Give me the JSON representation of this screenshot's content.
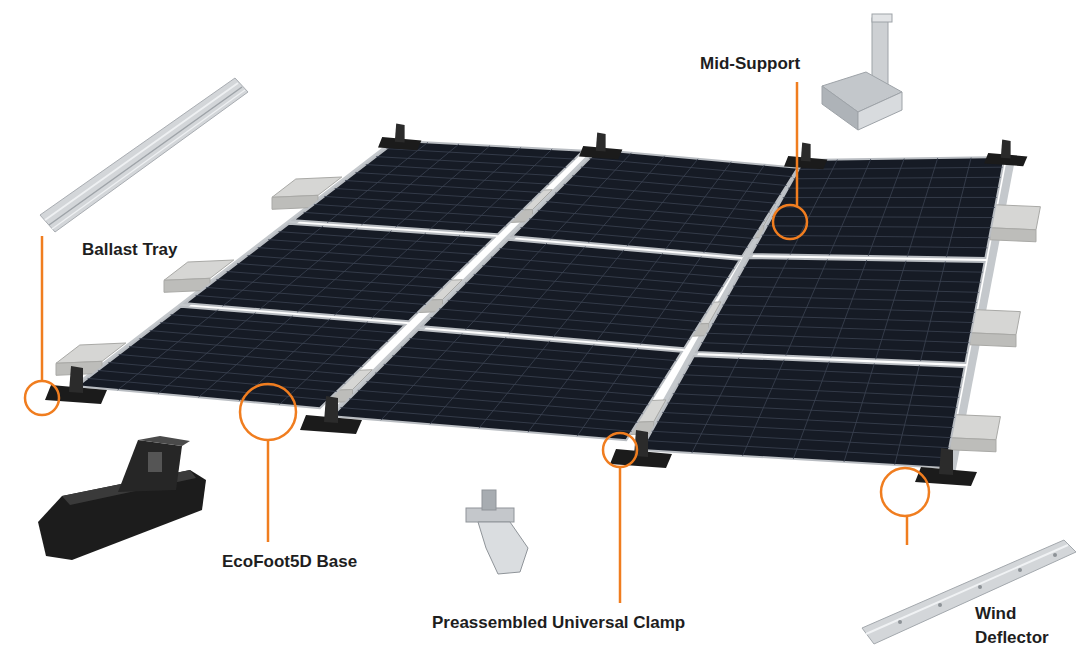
{
  "diagram": {
    "labels": [
      "Mid-Support",
      "Ballast Tray",
      "EcoFoot5D Base",
      "Preassembled Universal Clamp",
      "Wind Deflector"
    ]
  }
}
